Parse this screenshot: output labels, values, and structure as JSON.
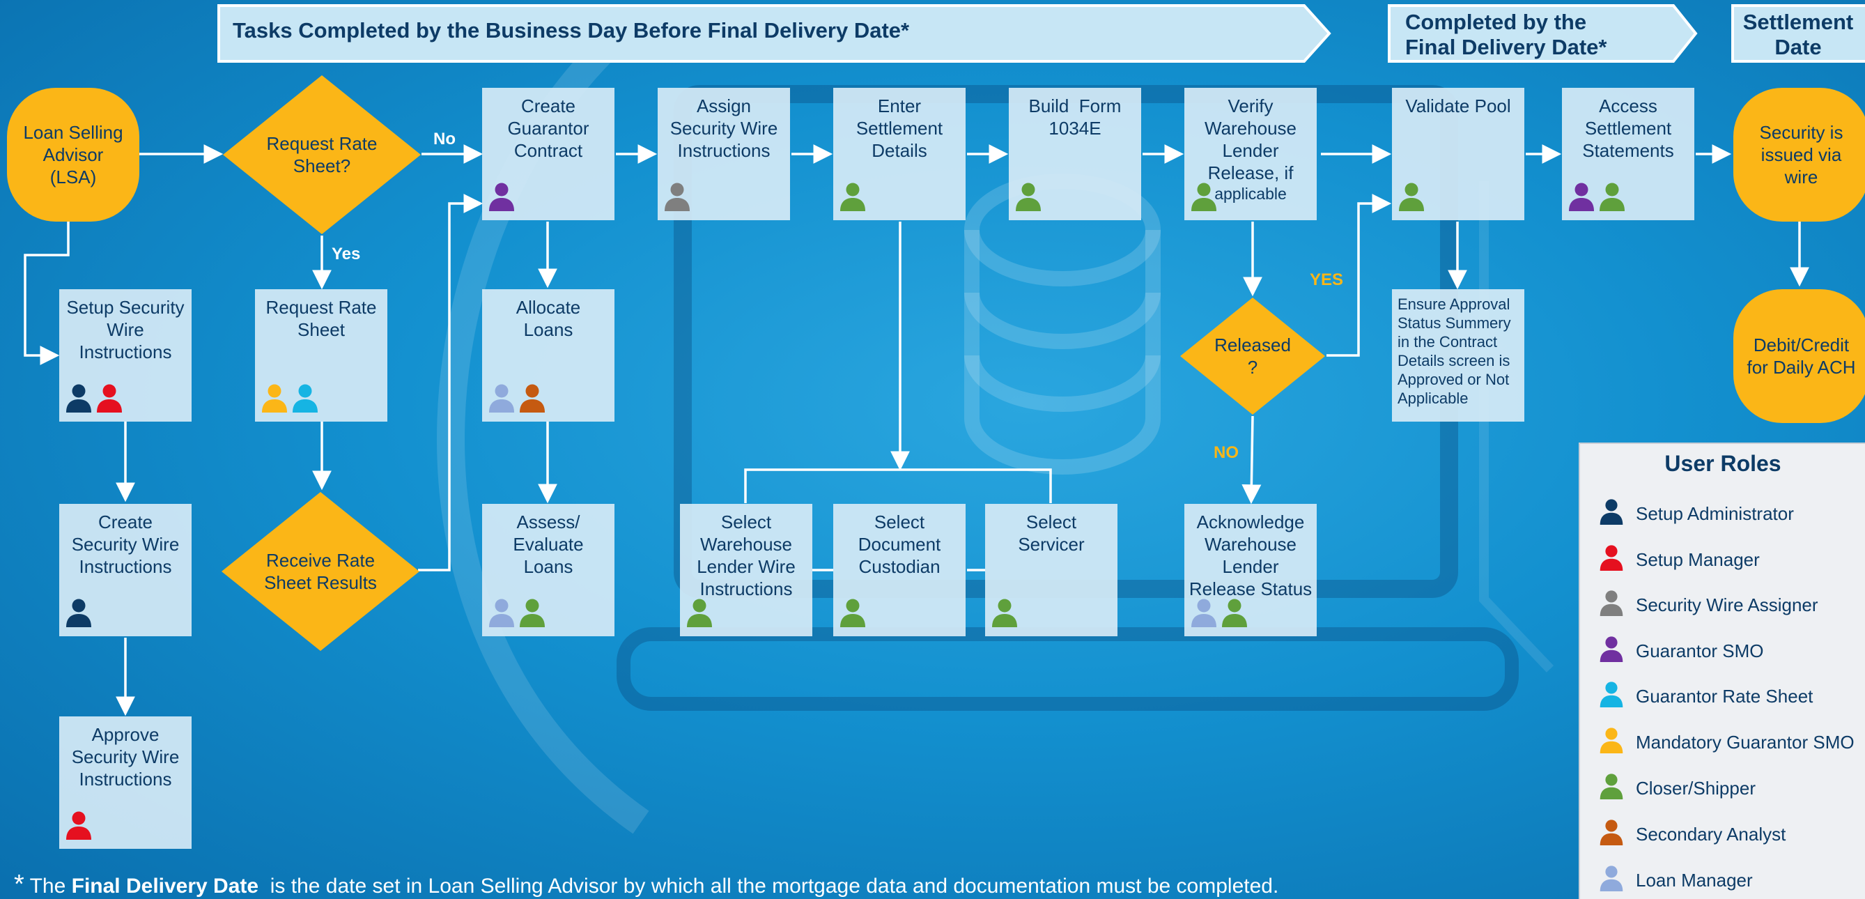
{
  "banners": {
    "tasks_before": "Tasks Completed by the Business Day Before Final Delivery Date*",
    "completed_by_line1": "Completed by the",
    "completed_by_line2": "Final Delivery Date*",
    "settlement_line1": "Settlement",
    "settlement_line2": "Date"
  },
  "start": {
    "line1": "Loan Selling",
    "line2": "Advisor",
    "line3": "(LSA)"
  },
  "end_nodes": {
    "security_issued": {
      "line1": "Security is",
      "line2": "issued via",
      "line3": "wire"
    },
    "debit_credit": {
      "line1": "Debit/Credit",
      "line2": "for Daily ACH"
    }
  },
  "decisions": {
    "request_rate_sheet": {
      "line1": "Request Rate",
      "line2": "Sheet?"
    },
    "receive_rate_sheet": {
      "line1": "Receive Rate",
      "line2": "Sheet Results"
    },
    "released": {
      "line1": "Released",
      "line2": "?"
    }
  },
  "edge_labels": {
    "no": "No",
    "yes": "Yes",
    "yes_caps": "YES",
    "no_caps": "NO"
  },
  "tasks": {
    "setup_wire": {
      "lines": [
        "Setup Security",
        "Wire",
        "Instructions"
      ],
      "roles": [
        "setup_admin",
        "setup_manager"
      ]
    },
    "create_wire": {
      "lines": [
        "Create",
        "Security Wire",
        "Instructions"
      ],
      "roles": [
        "setup_admin"
      ]
    },
    "approve_wire": {
      "lines": [
        "Approve",
        "Security Wire",
        "Instructions"
      ],
      "roles": [
        "setup_manager"
      ]
    },
    "request_rate_sheet": {
      "lines": [
        "Request Rate",
        "Sheet"
      ],
      "roles": [
        "mandatory_smo",
        "guarantor_rate_sheet"
      ]
    },
    "create_contract": {
      "lines": [
        "Create",
        "Guarantor",
        "Contract"
      ],
      "roles": [
        "guarantor_smo"
      ]
    },
    "allocate_loans": {
      "lines": [
        "Allocate",
        "Loans"
      ],
      "roles": [
        "loan_manager",
        "secondary_analyst"
      ]
    },
    "assess_loans": {
      "lines": [
        "Assess/",
        "Evaluate",
        "Loans"
      ],
      "roles": [
        "loan_manager",
        "closer_shipper"
      ]
    },
    "assign_wire": {
      "lines": [
        "Assign",
        "Security Wire",
        "Instructions"
      ],
      "roles": [
        "wire_assigner"
      ]
    },
    "enter_settlement": {
      "lines": [
        "Enter",
        "Settlement",
        "Details"
      ],
      "roles": [
        "closer_shipper"
      ]
    },
    "build_form": {
      "lines": [
        "Build  Form",
        "1034E"
      ],
      "roles": [
        "closer_shipper"
      ]
    },
    "verify_warehouse": {
      "lines": [
        "Verify",
        "Warehouse",
        "Lender",
        "Release, if"
      ],
      "extra": "applicable",
      "roles": [
        "closer_shipper"
      ]
    },
    "select_warehouse": {
      "lines": [
        "Select",
        "Warehouse",
        "Lender Wire",
        "Instructions"
      ],
      "roles": [
        "closer_shipper"
      ]
    },
    "select_custodian": {
      "lines": [
        "Select",
        "Document",
        "Custodian"
      ],
      "roles": [
        "closer_shipper"
      ]
    },
    "select_servicer": {
      "lines": [
        "Select",
        "Servicer"
      ],
      "roles": [
        "closer_shipper"
      ]
    },
    "acknowledge_warehouse": {
      "lines": [
        "Acknowledge",
        "Warehouse",
        "Lender",
        "Release Status"
      ],
      "roles": [
        "loan_manager",
        "closer_shipper"
      ]
    },
    "validate_pool": {
      "lines": [
        "Validate Pool"
      ],
      "roles": [
        "closer_shipper"
      ]
    },
    "access_statements": {
      "lines": [
        "Access",
        "Settlement",
        "Statements"
      ],
      "roles": [
        "guarantor_smo",
        "closer_shipper"
      ]
    }
  },
  "approval_note": [
    "Ensure Approval",
    "Status Summery",
    "in the Contract",
    "Details screen is",
    "Approved or Not",
    "Applicable"
  ],
  "legend": {
    "title": "User Roles",
    "items": [
      {
        "key": "setup_admin",
        "label": "Setup Administrator",
        "color": "#0d3b66"
      },
      {
        "key": "setup_manager",
        "label": "Setup Manager",
        "color": "#e5101f"
      },
      {
        "key": "wire_assigner",
        "label": "Security Wire Assigner",
        "color": "#7f7f7f"
      },
      {
        "key": "guarantor_smo",
        "label": "Guarantor SMO",
        "color": "#7030a0"
      },
      {
        "key": "guarantor_rate_sheet",
        "label": "Guarantor Rate Sheet",
        "color": "#16b4e3"
      },
      {
        "key": "mandatory_smo",
        "label": "Mandatory Guarantor SMO",
        "color": "#fbb617"
      },
      {
        "key": "closer_shipper",
        "label": "Closer/Shipper",
        "color": "#5fa03c"
      },
      {
        "key": "secondary_analyst",
        "label": "Secondary Analyst",
        "color": "#c55a11"
      },
      {
        "key": "loan_manager",
        "label": "Loan Manager",
        "color": "#8faadc"
      }
    ]
  },
  "footnote": {
    "star": "*",
    "pre": " The ",
    "bold": "Final Delivery Date",
    "post": "  is the date set in Loan Selling Advisor by which all the mortgage data and documentation must be completed."
  }
}
